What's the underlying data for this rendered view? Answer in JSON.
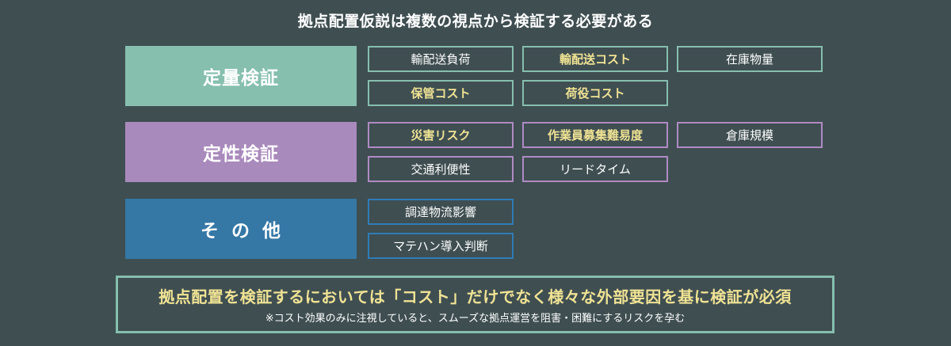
{
  "title": "拠点配置仮説は複数の視点から検証する必要がある",
  "colors": {
    "background": "#3f4e51",
    "quantitative": "#86bfae",
    "qualitative": "#a98abc",
    "other": "#3577a5",
    "highlight_text": "#f0e394"
  },
  "categories": [
    {
      "label": "定量検証",
      "items": [
        {
          "label": "輸配送負荷",
          "highlight": false
        },
        {
          "label": "輸配送コスト",
          "highlight": true
        },
        {
          "label": "在庫物量",
          "highlight": false
        },
        {
          "label": "保管コスト",
          "highlight": true
        },
        {
          "label": "荷役コスト",
          "highlight": true
        }
      ]
    },
    {
      "label": "定性検証",
      "items": [
        {
          "label": "災害リスク",
          "highlight": true
        },
        {
          "label": "作業員募集難易度",
          "highlight": true
        },
        {
          "label": "倉庫規模",
          "highlight": false
        },
        {
          "label": "交通利便性",
          "highlight": false
        },
        {
          "label": "リードタイム",
          "highlight": false
        }
      ]
    },
    {
      "label": "そ の 他",
      "items": [
        {
          "label": "調達物流影響",
          "highlight": false
        },
        {
          "label": "マテハン導入判断",
          "highlight": false
        }
      ]
    }
  ],
  "summary": {
    "main": "拠点配置を検証するにおいては「コスト」だけでなく様々な外部要因を基に検証が必須",
    "note": "※コスト効果のみに注視していると、スムーズな拠点運営を阻害・困難にするリスクを孕む"
  }
}
